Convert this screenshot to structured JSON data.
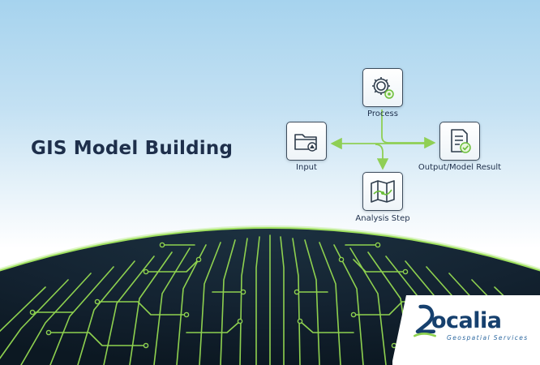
{
  "title": "GIS Model Building",
  "workflow": {
    "process": {
      "label": "Process",
      "icon": "gear-icon"
    },
    "input": {
      "label": "Input",
      "icon": "folder-icon"
    },
    "output": {
      "label": "Output/Model Result",
      "icon": "document-check-icon"
    },
    "analysis": {
      "label": "Analysis Step",
      "icon": "map-icon"
    }
  },
  "logo": {
    "name": "ocalia",
    "tagline": "Geospatial Services",
    "icon": "location-pin-icon"
  },
  "colors": {
    "title": "#1e2f4b",
    "flow_arrow": "#8fcf55",
    "globe_dark": "#132230",
    "circuit": "#8ed14f",
    "logo_blue": "#16406e"
  }
}
